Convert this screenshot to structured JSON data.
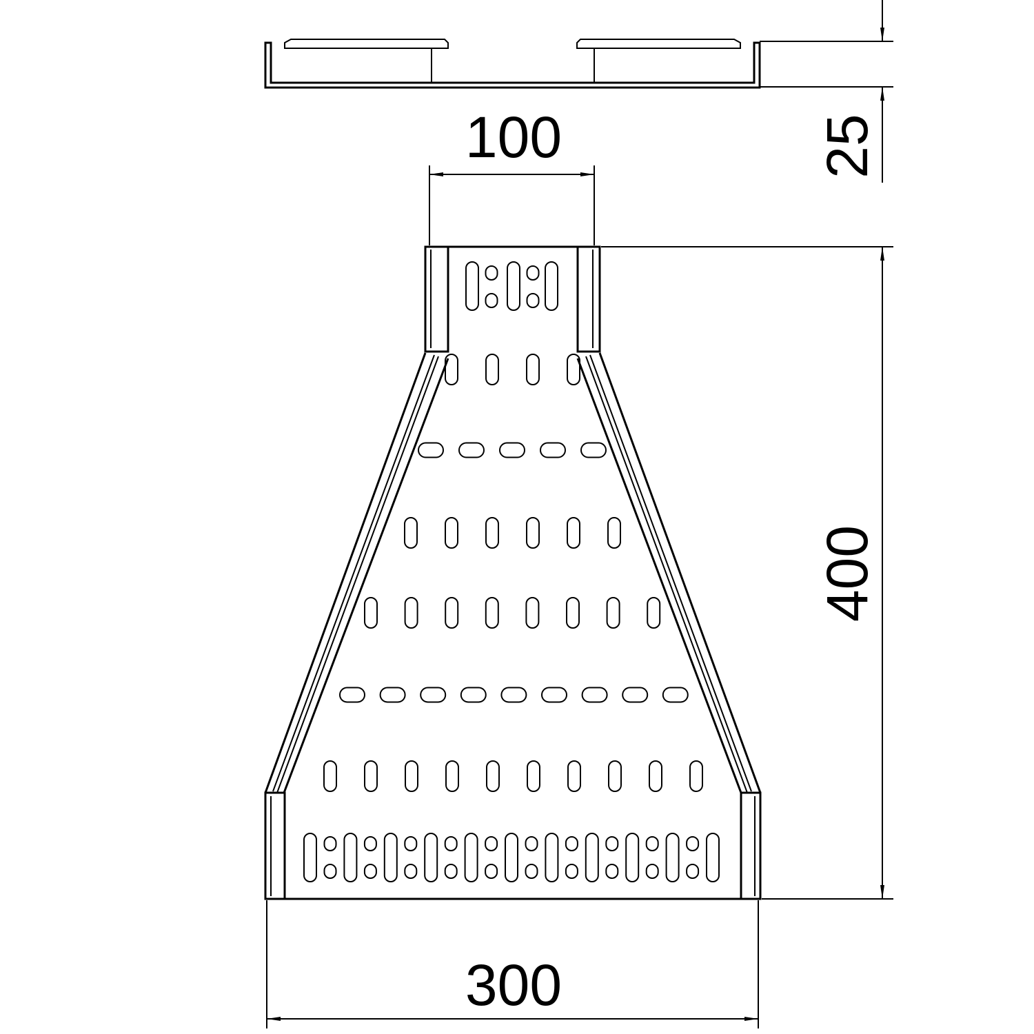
{
  "drawing": {
    "dimensions": {
      "top_width": "100",
      "height": "25",
      "length": "400",
      "bottom_width": "300"
    },
    "colors": {
      "line": "#000000",
      "background": "#ffffff"
    }
  }
}
